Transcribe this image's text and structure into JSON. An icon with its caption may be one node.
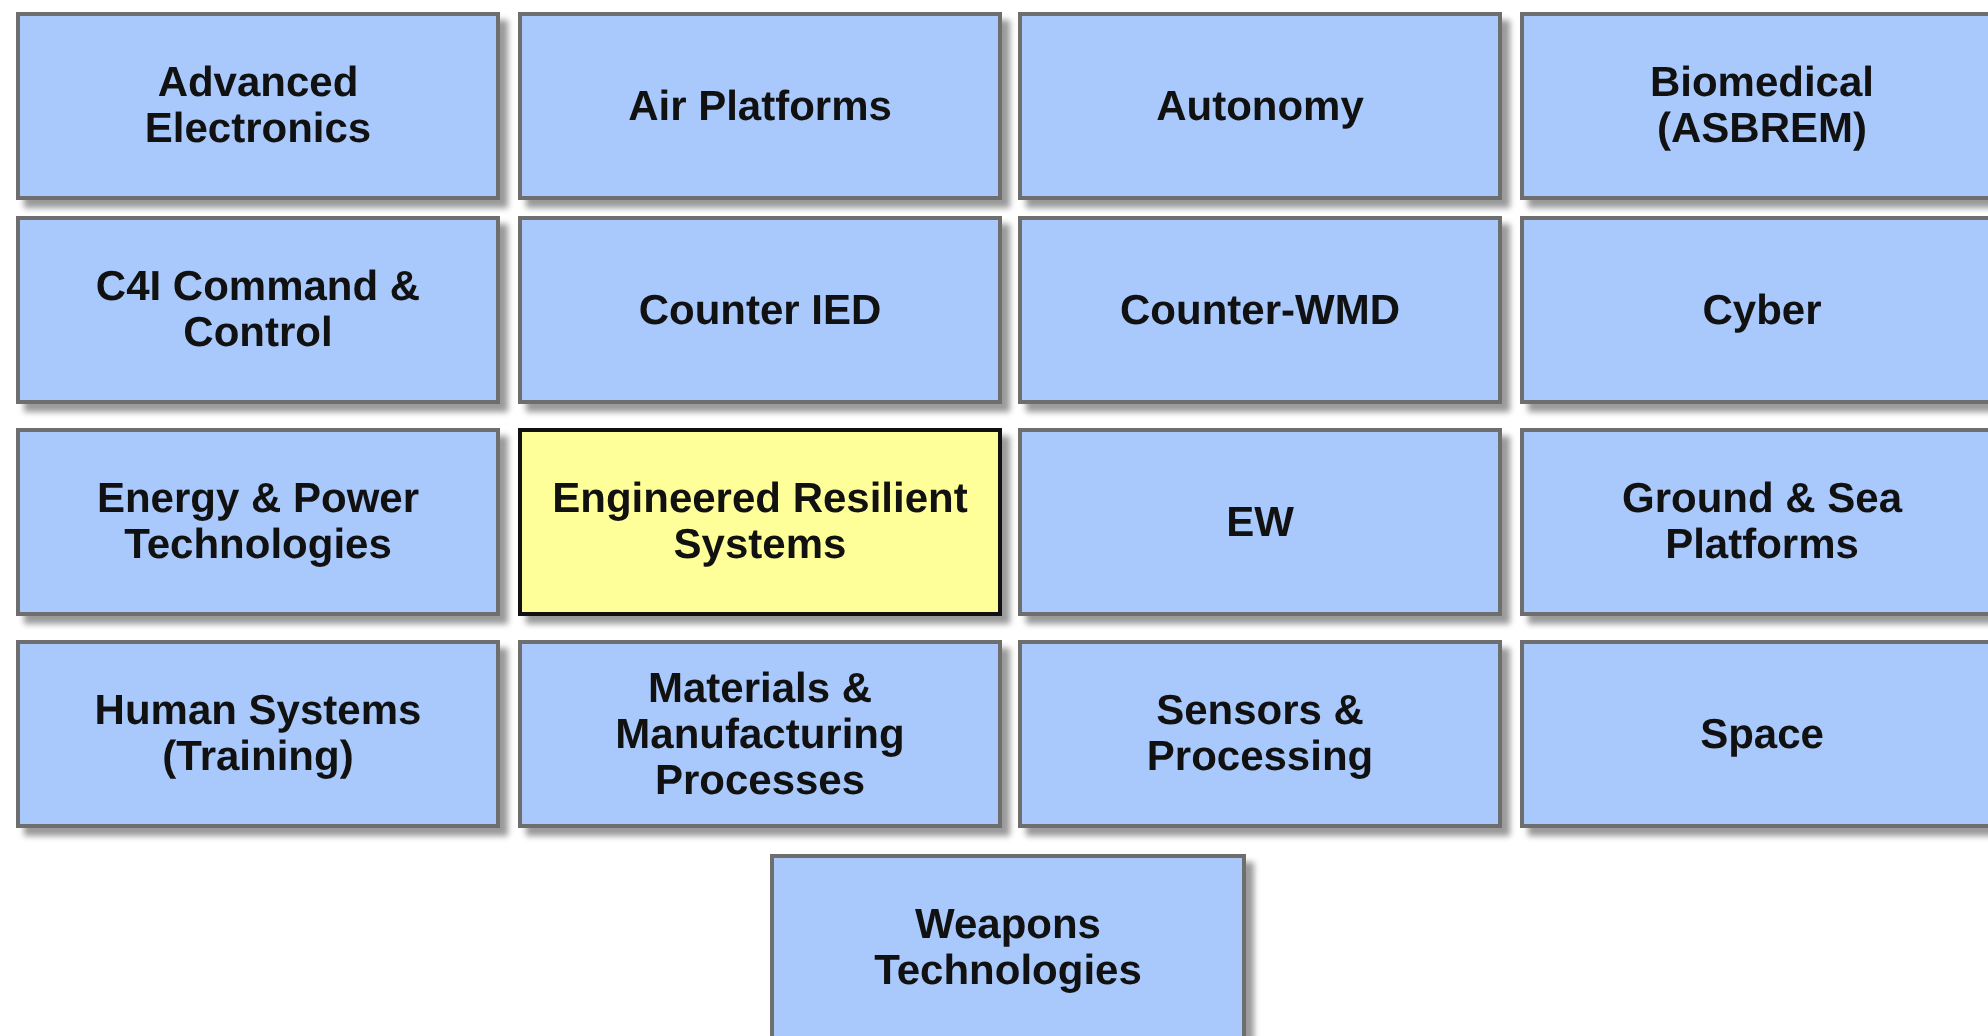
{
  "diagram": {
    "nodes": [
      {
        "text": [
          "Advanced Electronics"
        ]
      },
      {
        "text": [
          "Air Platforms"
        ]
      },
      {
        "text": [
          "Autonomy"
        ]
      },
      {
        "text": [
          "Biomedical (ASBREM)"
        ]
      },
      {
        "text": [
          "C4I Command & Control"
        ]
      },
      {
        "text": [
          "Counter IED"
        ]
      },
      {
        "text": [
          "Counter-WMD"
        ]
      },
      {
        "text": [
          "Cyber"
        ]
      },
      {
        "text": [
          "Energy & Power Technologies"
        ]
      },
      {
        "text": [
          "Engineered Resilient Systems"
        ]
      },
      {
        "text": [
          "EW"
        ]
      },
      {
        "text": [
          "Ground & Sea Platforms"
        ]
      },
      {
        "text": [
          "Human Systems (Training)"
        ]
      },
      {
        "text": [
          "Materials & Manufacturing Processes"
        ]
      },
      {
        "text": [
          "Sensors & Processing"
        ]
      },
      {
        "text": [
          "Space"
        ]
      },
      {
        "text": [
          "Weapons Technologies"
        ]
      }
    ]
  }
}
